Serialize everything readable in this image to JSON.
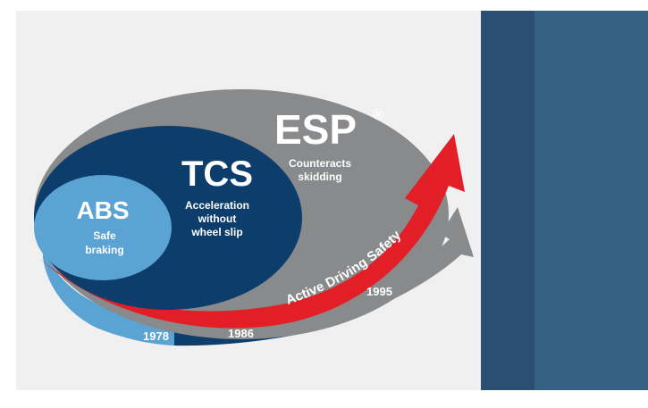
{
  "colors": {
    "page_background": "#ffffff",
    "panel_background": "#eff0ef",
    "blue_panel_dark": "#2b4f72",
    "blue_panel": "#346184",
    "esp_grey": "#888a8c",
    "tcs_navy": "#0c3d6b",
    "abs_light_blue": "#5aa3d3",
    "active_red": "#e21f26"
  },
  "diagram": {
    "esp": {
      "title": "ESP",
      "title_mark": "®",
      "line1": "Counteracts",
      "line2": "skidding"
    },
    "tcs": {
      "title": "TCS",
      "line1": "Acceleration",
      "line2": "without",
      "line3": "wheel slip"
    },
    "abs": {
      "title": "ABS",
      "line1": "Safe",
      "line2": "braking"
    },
    "arrow": {
      "label": "Active Driving Safety"
    },
    "years": [
      "1978",
      "1986",
      "1995"
    ]
  }
}
